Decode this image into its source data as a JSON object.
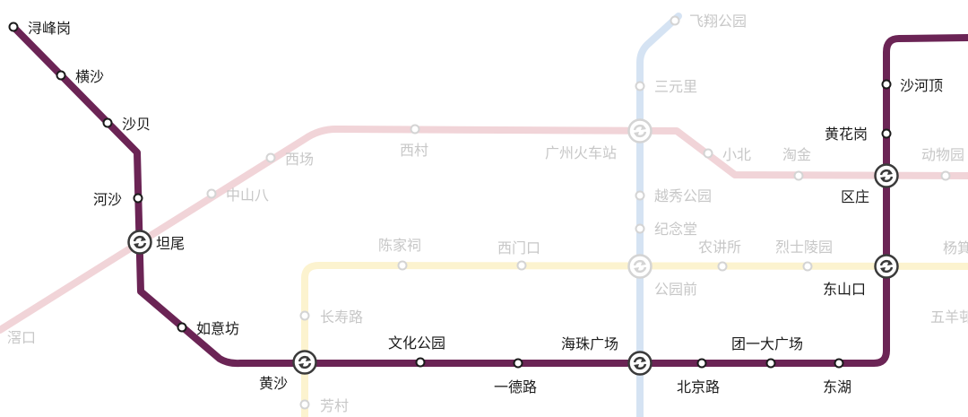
{
  "colors": {
    "featured_line": "#6b2455",
    "pink_line": "#f1d4d8",
    "yellow_line": "#fcf3cf",
    "blue_line": "#d5e3f3",
    "transfer_icon_dark": "#3a3a3a",
    "transfer_icon_faded": "#d4d4d4"
  },
  "icons": {
    "transfer": "transfer-arrows-icon",
    "station": "station-dot-icon"
  },
  "stations": {
    "xunfenggang": "浔峰岗",
    "hengsha": "横沙",
    "shabei": "沙贝",
    "hesha": "河沙",
    "tanwei": "坦尾",
    "ruyifang": "如意坊",
    "huangsha": "黄沙",
    "wenhua_gongyuan": "文化公园",
    "yide_lu": "一德路",
    "haizhu_guangchang": "海珠广场",
    "beijing_lu": "北京路",
    "tuanyi_dagchang": "团一大广场",
    "donghu": "东湖",
    "dongshankou": "东山口",
    "quzhuang": "区庄",
    "huanghuagang": "黄花岗",
    "shahe_ding": "沙河顶"
  },
  "faded_stations": {
    "yongkou": "滘口",
    "zhongshanba": "中山八",
    "xichang": "西场",
    "xicun": "西村",
    "guangzhou_huochezhan": "广州火车站",
    "xiaobei": "小北",
    "taojin": "淘金",
    "dongwuyuan": "动物园",
    "feixiang_gongyuan": "飞翔公园",
    "sanyuanli": "三元里",
    "yuexiu_gongyuan": "越秀公园",
    "jiniantang": "纪念堂",
    "gongyuanqian": "公园前",
    "chenjiaci": "陈家祠",
    "ximenkou": "西门口",
    "nongjiangsuo": "农讲所",
    "lieshi_lingyuan": "烈士陵园",
    "yangji": "杨箕",
    "changshou_lu": "长寿路",
    "fangcun": "芳村",
    "wuyangcun": "五羊邨"
  }
}
